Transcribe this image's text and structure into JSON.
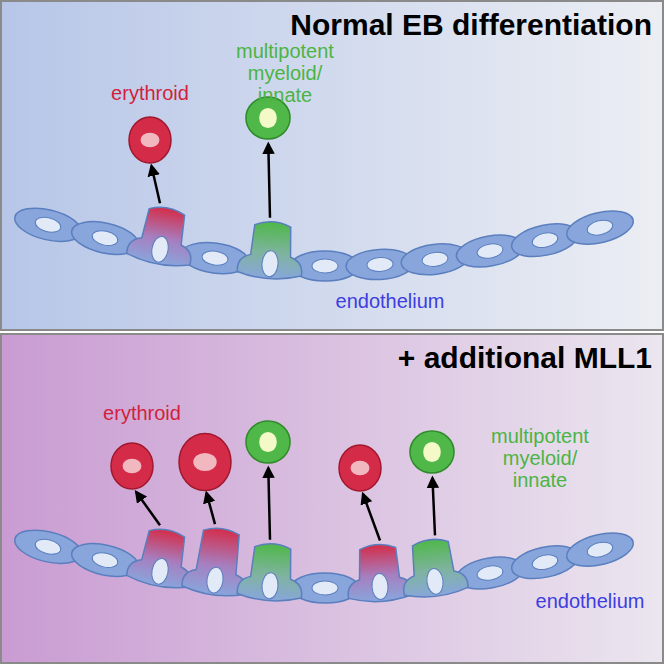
{
  "diagram": {
    "nodes": [
      {
        "text": [
          "Normal EB differentiation"
        ]
      },
      {
        "text": [
          "+ additional MLL1"
        ]
      }
    ],
    "labels": [
      "erythroid",
      "multipotent myeloid/ innate",
      "endothelium",
      "erythroid",
      "multipotent myeloid/ innate",
      "endothelium"
    ]
  }
}
